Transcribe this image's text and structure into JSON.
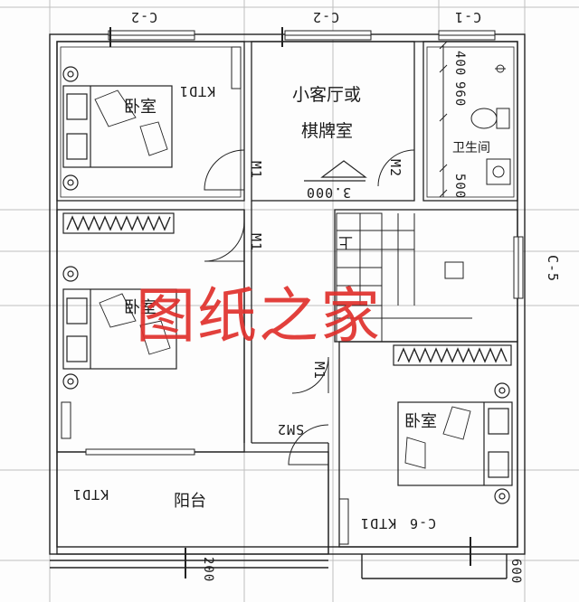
{
  "watermark": "图纸之家",
  "rooms": {
    "bedroom_top_left": "卧室",
    "bedroom_mid_left": "卧室",
    "bedroom_right": "卧室",
    "living_line1": "小客厅或",
    "living_line2": "棋牌室",
    "bathroom": "卫生间",
    "balcony": "阳台"
  },
  "windows": {
    "top_left": "C-2",
    "top_mid": "C-2",
    "top_right": "C-1",
    "right_side": "C-5",
    "bottom_right": "C-6"
  },
  "doors": {
    "m1_a": "M1",
    "m1_b": "M1",
    "m1_c": "M1",
    "m2": "M2",
    "sm2": "SM2"
  },
  "ac_units": {
    "top_left": "KTD1",
    "balcony": "KTD1",
    "bottom_right": "KTD1"
  },
  "dimensions": {
    "bath_a": "400",
    "bath_b": "960",
    "bath_c": "500",
    "bottom_mid": "200",
    "bottom_right": "600"
  },
  "level": "3.000",
  "stair_mark": "上"
}
